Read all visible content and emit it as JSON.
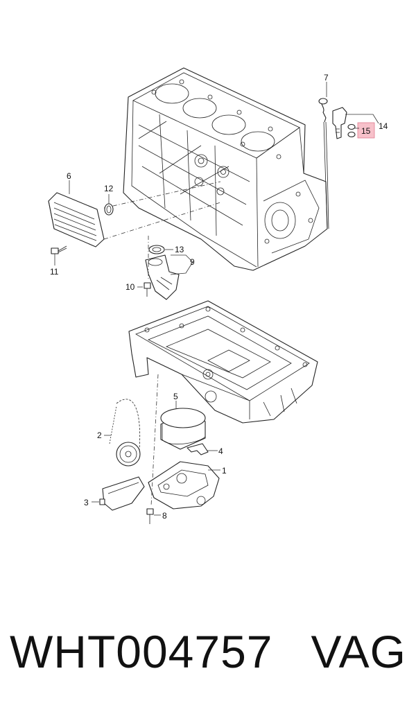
{
  "callouts": [
    {
      "id": "1",
      "label": "1"
    },
    {
      "id": "2",
      "label": "2"
    },
    {
      "id": "3",
      "label": "3"
    },
    {
      "id": "4",
      "label": "4"
    },
    {
      "id": "5",
      "label": "5"
    },
    {
      "id": "6",
      "label": "6"
    },
    {
      "id": "7",
      "label": "7"
    },
    {
      "id": "8",
      "label": "8"
    },
    {
      "id": "9",
      "label": "9"
    },
    {
      "id": "10",
      "label": "10"
    },
    {
      "id": "11",
      "label": "11"
    },
    {
      "id": "12",
      "label": "12"
    },
    {
      "id": "13",
      "label": "13"
    },
    {
      "id": "14",
      "label": "14"
    },
    {
      "id": "15",
      "label": "15"
    }
  ],
  "highlight": {
    "part": "15",
    "color": "#f4a6b4"
  },
  "footer": {
    "part_number": "WHT004757",
    "brand": "VAG"
  }
}
